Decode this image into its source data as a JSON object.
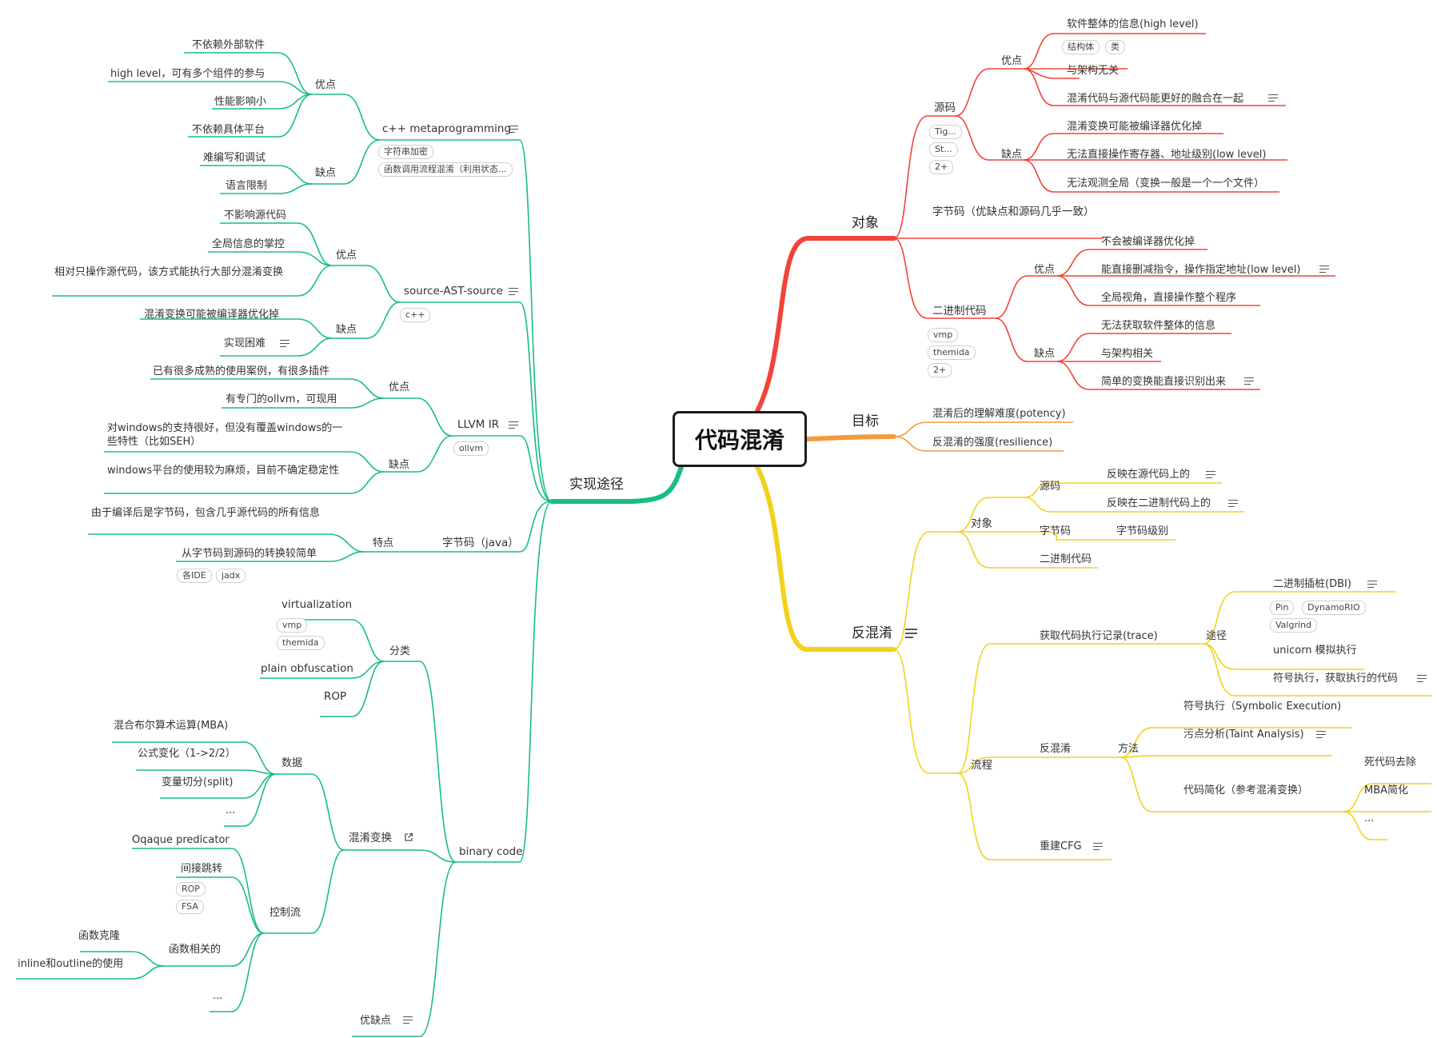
{
  "root": {
    "label": "代码混淆"
  },
  "colors": {
    "object": "#f04438",
    "goal": "#f59a3c",
    "deob": "#f1d21b",
    "impl": "#18be7e"
  },
  "object": {
    "label": "对象",
    "source": {
      "label": "源码",
      "tags": [
        "Tig...",
        "St...",
        "2+"
      ],
      "pros_label": "优点",
      "pros": [
        "软件整体的信息(high level)",
        "与架构无关",
        "混淆代码与源代码能更好的融合在一起"
      ],
      "pros_tags": [
        "结构体",
        "类"
      ],
      "cons_label": "缺点",
      "cons": [
        "混淆变换可能被编译器优化掉",
        "无法直接操作寄存器、地址级别(low level)",
        "无法观测全局（变换一般是一个一个文件）"
      ]
    },
    "bytecode": {
      "label": "字节码（优缺点和源码几乎一致）"
    },
    "binary": {
      "label": "二进制代码",
      "tags": [
        "vmp",
        "themida",
        "2+"
      ],
      "pros_label": "优点",
      "pros": [
        "不会被编译器优化掉",
        "能直接删减指令，操作指定地址(low level)",
        "全局视角，直接操作整个程序"
      ],
      "cons_label": "缺点",
      "cons": [
        "无法获取软件整体的信息",
        "与架构相关",
        "简单的变换能直接识别出来"
      ]
    }
  },
  "goal": {
    "label": "目标",
    "items": [
      "混淆后的理解难度(potency)",
      "反混淆的强度(resilience)"
    ]
  },
  "deob": {
    "label": "反混淆",
    "target": {
      "label": "对象",
      "source_label": "源码",
      "source_items": [
        "反映在源代码上的",
        "反映在二进制代码上的"
      ],
      "bytecode_label": "字节码",
      "bytecode_item": "字节码级别",
      "binary_label": "二进制代码"
    },
    "flow": {
      "label": "流程",
      "trace": {
        "label": "获取代码执行记录(trace)",
        "way_label": "途径",
        "dbi": "二进制插桩(DBI)",
        "dbi_tags": [
          "Pin",
          "DynamoRIO",
          "Valgrind"
        ],
        "unicorn": "unicorn 模拟执行",
        "symbolic": "符号执行，获取执行的代码"
      },
      "deobf": {
        "label": "反混淆",
        "method_label": "方法",
        "m1": "符号执行（Symbolic Execution)",
        "m2": "污点分析(Taint Analysis)",
        "m3": "代码简化（参考混淆变换）",
        "m3_items": [
          "死代码去除",
          "MBA简化",
          "..."
        ]
      },
      "cfg": "重建CFG"
    }
  },
  "impl": {
    "label": "实现途径",
    "cpp": {
      "label": "c++ metaprogramming",
      "tags": [
        "字符串加密",
        "函数调用流程混淆（利用状态..."
      ],
      "pros_label": "优点",
      "pros": [
        "不依赖外部软件",
        "high level，可有多个组件的参与",
        "性能影响小",
        "不依赖具体平台"
      ],
      "cons_label": "缺点",
      "cons": [
        "难编写和调试",
        "语言限制"
      ]
    },
    "ast": {
      "label": "source-AST-source",
      "tags": [
        "c++"
      ],
      "pros_label": "优点",
      "pros": [
        "不影响源代码",
        "全局信息的掌控",
        "相对只操作源代码，该方式能执行大部分混淆变换"
      ],
      "cons_label": "缺点",
      "cons": [
        "混淆变换可能被编译器优化掉",
        "实现困难"
      ]
    },
    "llvm": {
      "label": "LLVM IR",
      "tags": [
        "ollvm"
      ],
      "pros_label": "优点",
      "pros": [
        "已有很多成熟的使用案例，有很多插件",
        "有专门的ollvm，可现用"
      ],
      "cons_label": "缺点",
      "cons": [
        "对windows的支持很好，但没有覆盖windows的一些特性（比如SEH）",
        "windows平台的使用较为麻烦，目前不确定稳定性"
      ]
    },
    "java": {
      "label": "字节码（java）",
      "feature_label": "特点",
      "features": [
        "由于编译后是字节码，包含几乎源代码的所有信息",
        "从字节码到源码的转换较简单"
      ],
      "tags": [
        "各IDE",
        "jadx"
      ]
    },
    "binary": {
      "label": "binary code",
      "category": {
        "label": "分类",
        "items": [
          "virtualization",
          "plain obfuscation",
          "ROP"
        ],
        "virt_tags": [
          "vmp",
          "themida"
        ]
      },
      "transform": {
        "label": "混淆变换",
        "data_label": "数据",
        "data_items": [
          "混合布尔算术运算(MBA)",
          "公式变化（1->2/2）",
          "变量切分(split)",
          "..."
        ],
        "cf_label": "控制流",
        "cf_items": [
          "Oqaque predicator",
          "间接跳转",
          "..."
        ],
        "cf_tags": [
          "ROP",
          "FSA"
        ],
        "func_label": "函数相关的",
        "func_items": [
          "函数克隆",
          "inline和outline的使用"
        ]
      },
      "proscons": "优缺点"
    }
  }
}
